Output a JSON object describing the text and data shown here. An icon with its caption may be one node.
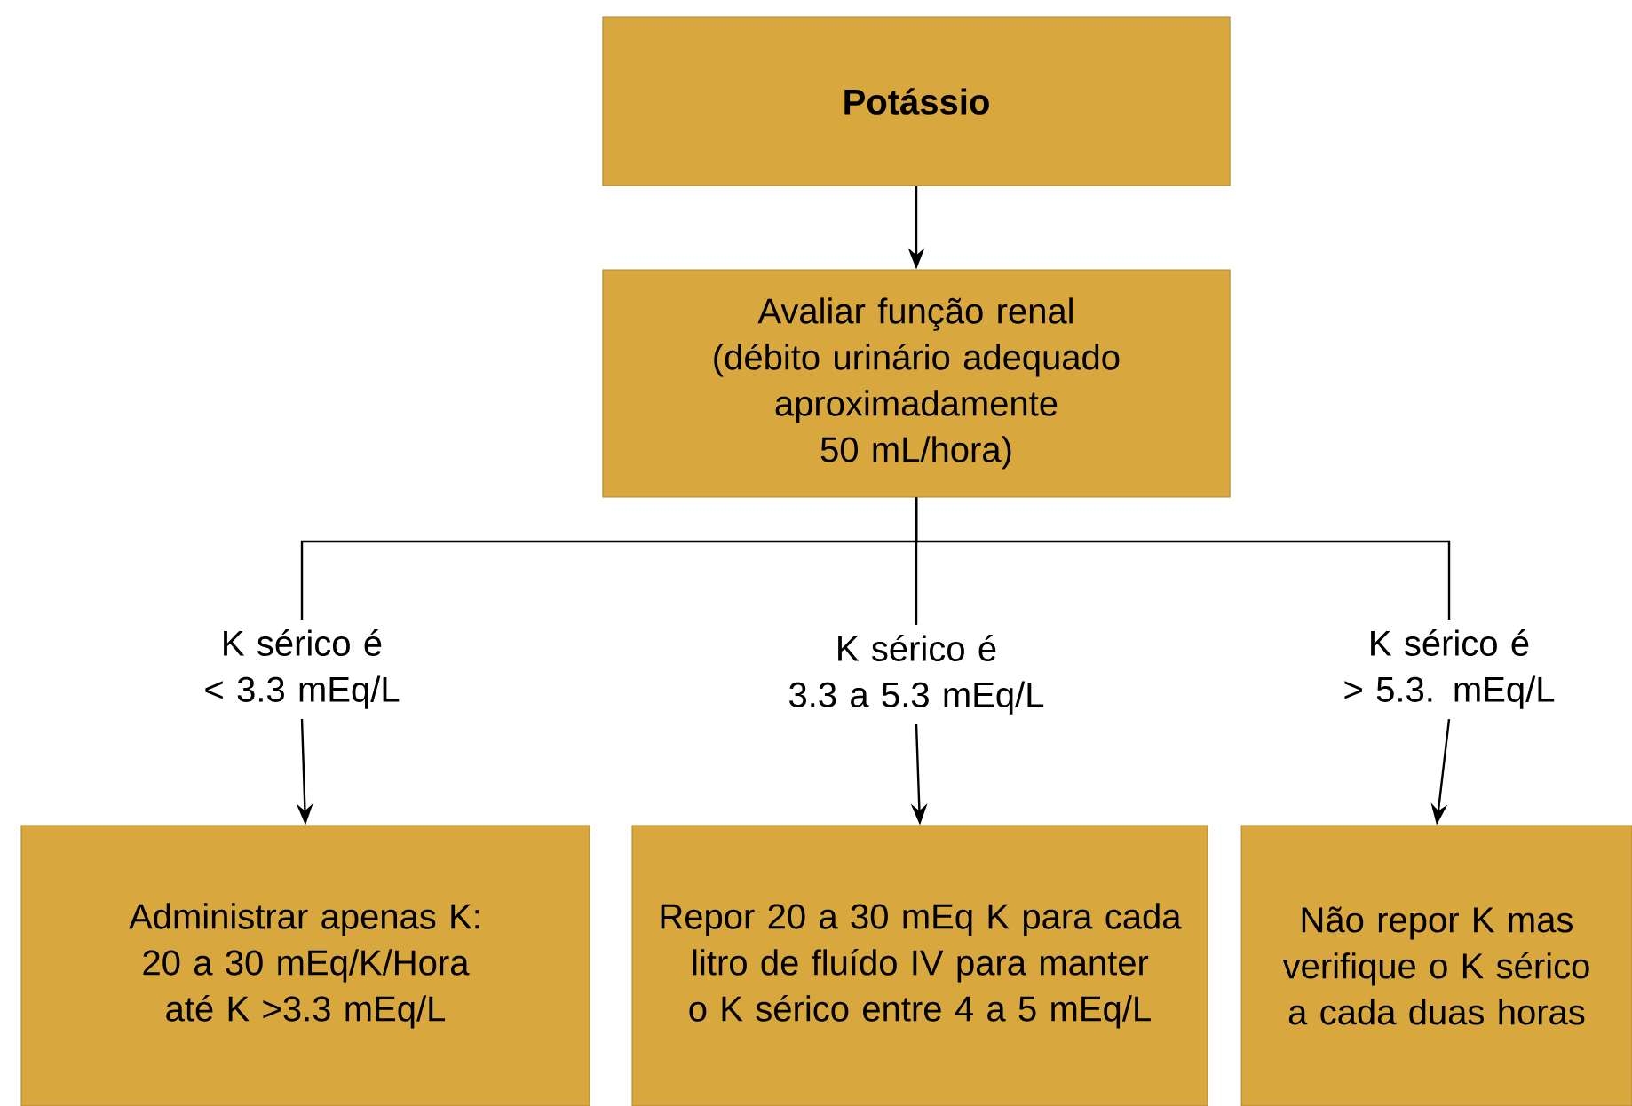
{
  "diagram": {
    "nodes": [
      {
        "text": [
          "Potássio"
        ]
      },
      {
        "text": [
          "Avaliar função renal (débito urinário adequado aproximadamente 50 mL/hora)"
        ]
      },
      {
        "text": [
          "K sérico é",
          "< 3.3 mEq/L"
        ]
      },
      {
        "text": [
          "K sérico é",
          "3.3 a 5.3 mEq/L"
        ]
      },
      {
        "text": [
          "K sérico é",
          "> 5.3. mEq/L"
        ]
      },
      {
        "text": [
          "Administrar apenas K: 20 a 30 mEq/K/Hora até K >3.3 mEq/L"
        ]
      },
      {
        "text": [
          "Repor 20 a 30 mEq K para cada litro de fluído IV para manter o K sérico entre 4 a 5 mEq/L"
        ]
      },
      {
        "text": [
          "Não repor K mas verifique o K sérico a cada duas horas"
        ]
      }
    ],
    "edges": [
      {
        "from": 0,
        "to": 1,
        "arrow": "to"
      },
      {
        "from": 1,
        "to": 2,
        "arrow": "none"
      },
      {
        "from": 1,
        "to": 3,
        "arrow": "none"
      },
      {
        "from": 1,
        "to": 4,
        "arrow": "none"
      },
      {
        "from": 2,
        "to": 5,
        "arrow": "to"
      },
      {
        "from": 3,
        "to": 6,
        "arrow": "to"
      },
      {
        "from": 4,
        "to": 7,
        "arrow": "to"
      }
    ]
  }
}
